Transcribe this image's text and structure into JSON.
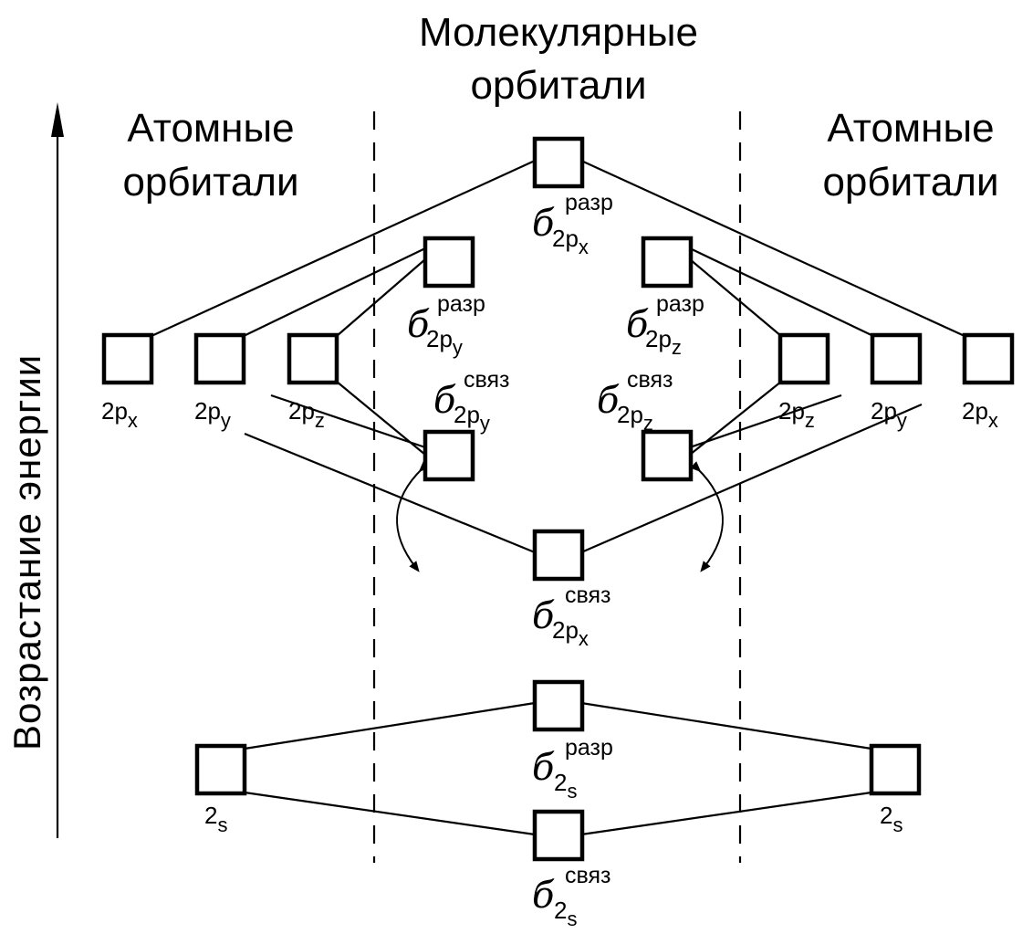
{
  "headers": {
    "molecular": [
      "Молекулярные",
      "орбитали"
    ],
    "atomic_left": [
      "Атомные",
      "орбитали"
    ],
    "atomic_right": [
      "Атомные",
      "орбитали"
    ]
  },
  "axis": {
    "label": "Возрастание энергии"
  },
  "atomic_orbitals": {
    "left": [
      {
        "main": "2p",
        "sub": "x"
      },
      {
        "main": "2p",
        "sub": "y"
      },
      {
        "main": "2p",
        "sub": "z"
      },
      {
        "main": "2",
        "sub": "s"
      }
    ],
    "right": [
      {
        "main": "2p",
        "sub": "z"
      },
      {
        "main": "2p",
        "sub": "y"
      },
      {
        "main": "2p",
        "sub": "x"
      },
      {
        "main": "2",
        "sub": "s"
      }
    ]
  },
  "molecular_orbitals": {
    "symbol": "б",
    "sigma_2px_anti": {
      "sup": "разр",
      "sub": "2p",
      "subsub": "x"
    },
    "sigma_2py_anti": {
      "sup": "разр",
      "sub": "2p",
      "subsub": "y"
    },
    "sigma_2pz_anti": {
      "sup": "разр",
      "sub": "2p",
      "subsub": "z"
    },
    "sigma_2py_bond": {
      "sup": "связ",
      "sub": "2p",
      "subsub": "y"
    },
    "sigma_2pz_bond": {
      "sup": "связ",
      "sub": "2p",
      "subsub": "z"
    },
    "sigma_2px_bond": {
      "sup": "связ",
      "sub": "2p",
      "subsub": "x"
    },
    "sigma_2s_anti": {
      "sup": "разр",
      "sub": "2",
      "subsub": "s"
    },
    "sigma_2s_bond": {
      "sup": "связ",
      "sub": "2",
      "subsub": "s"
    }
  }
}
